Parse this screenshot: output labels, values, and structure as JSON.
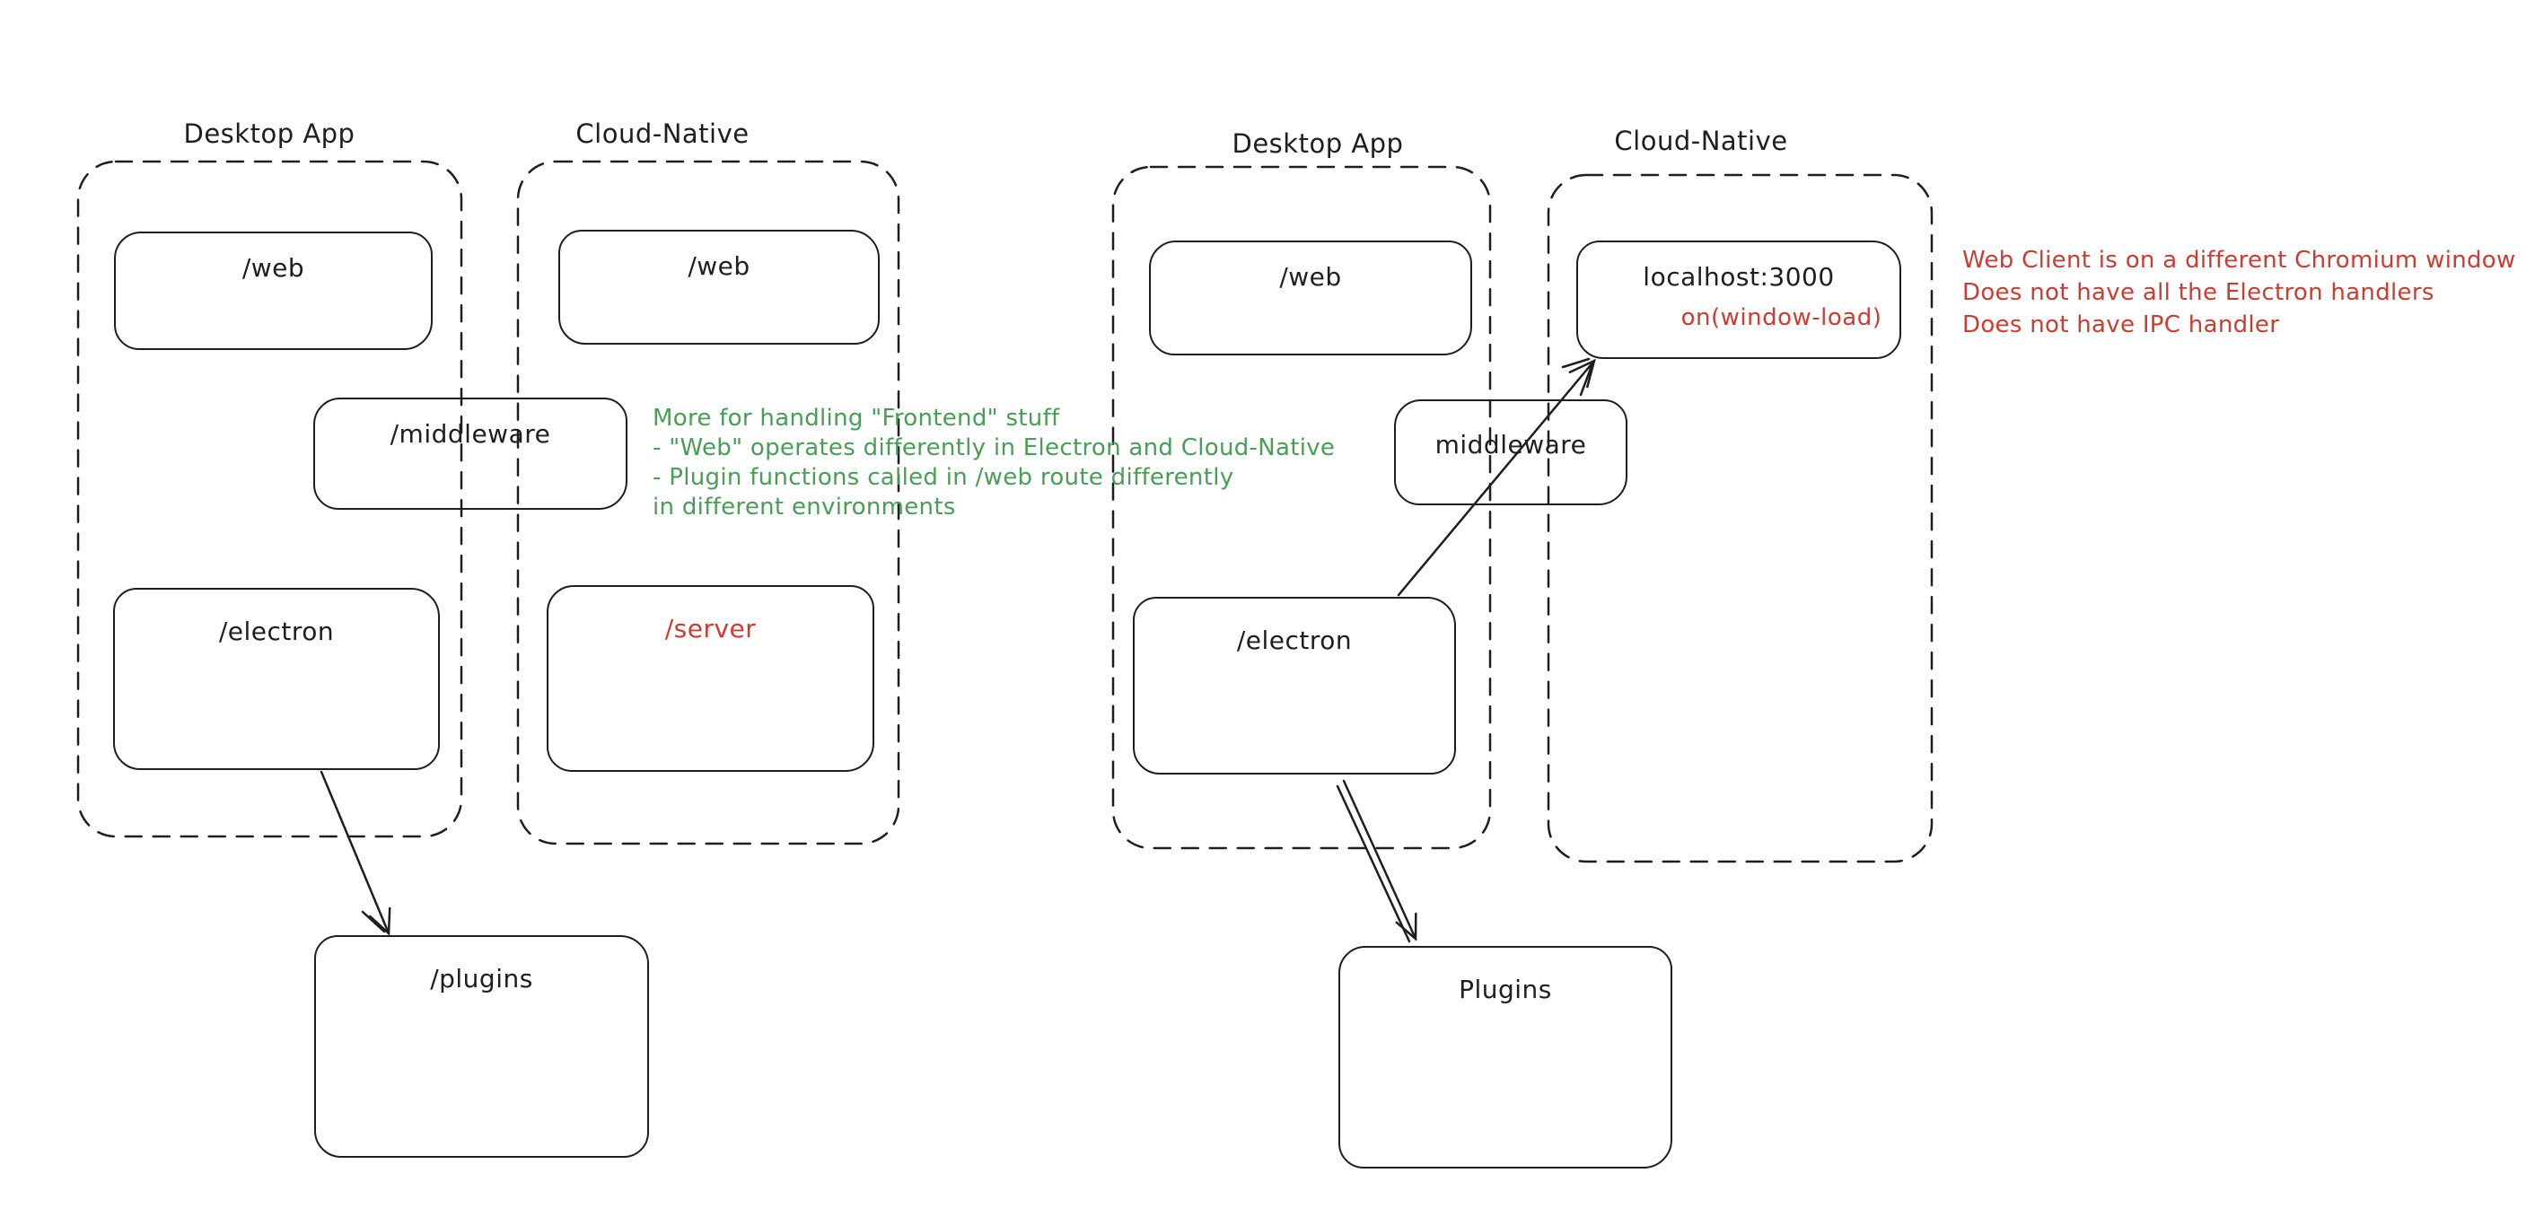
{
  "colors": {
    "ink": "#1e1e1e",
    "red": "#cf3b30",
    "green": "#479e55",
    "background": "#ffffff"
  },
  "left_diagram": {
    "desktop_group_label": "Desktop App",
    "cloud_group_label": "Cloud-Native",
    "boxes": {
      "web_desktop": "/web",
      "web_cloud": "/web",
      "middleware": "/middleware",
      "electron": "/electron",
      "server": "/server",
      "plugins": "/plugins"
    }
  },
  "right_diagram": {
    "desktop_group_label": "Desktop App",
    "cloud_group_label": "Cloud-Native",
    "boxes": {
      "web": "/web",
      "localhost": "localhost:3000",
      "localhost_annotation": "on(window-load)",
      "middleware": "middleware",
      "electron": "/electron",
      "plugins": "Plugins"
    }
  },
  "annotations": {
    "green_note_lines": [
      "More for handling \"Frontend\" stuff",
      "- \"Web\" operates differently in Electron and Cloud-Native",
      "- Plugin functions called in /web route differently",
      "in different environments"
    ],
    "red_note_lines": [
      "Web Client is on a different Chromium window",
      "Does not have all the Electron handlers",
      "Does not have IPC handler"
    ]
  }
}
